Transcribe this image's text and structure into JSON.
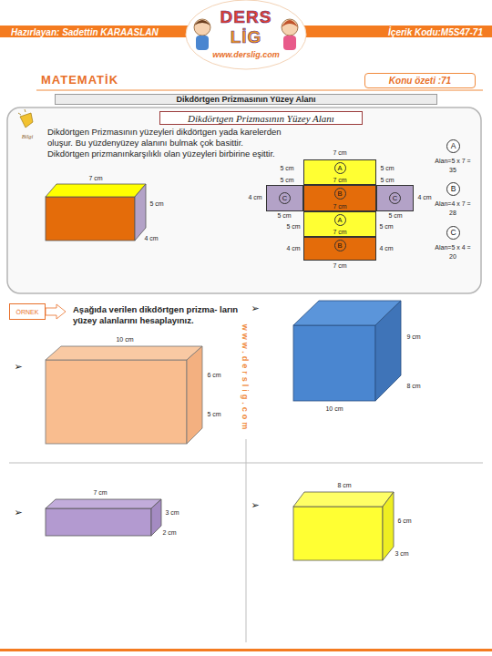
{
  "diagram": {
    "title": "Dikdörtgen Prizmasının Yüzey Alanı",
    "nodes": [
      {
        "text": [
          "Konu özeti :71"
        ]
      },
      {
        "text": [
          "Dikdörtgen Prizmasının yüzeyleri dikdörtgen yada karelerden oluşur. Bu yüzdenyüzey alanını bulmak çok basittir. Dikdörtgen prizmanınkarşılıklı olan yüzeyleri birbirine eşittir."
        ]
      },
      {
        "text": [
          "Dikdörtgen Prizmasının Yüzey Alanı"
        ],
        "in": 1
      },
      {
        "text": [
          "A"
        ],
        "in": 1
      },
      {
        "text": [
          "C"
        ],
        "in": 1
      },
      {
        "text": [
          "B"
        ],
        "in": 1
      },
      {
        "text": [
          "C"
        ],
        "in": 1
      },
      {
        "text": [
          "A"
        ],
        "in": 1
      },
      {
        "text": [
          "B"
        ],
        "in": 1
      },
      {
        "text": [
          "A"
        ],
        "in": 1
      },
      {
        "text": [
          "B"
        ],
        "in": 1
      },
      {
        "text": [
          "C"
        ],
        "in": 1
      },
      {
        "text": [
          "ÖRNEK"
        ]
      }
    ],
    "labels": [
      "Hazırlayan: Sadettin KARAASLAN",
      "DERS",
      "LİG",
      "www.derslig.com",
      "İçerik Kodu:M5S47-71",
      "MATEMATİK",
      "Bilgi",
      "7 cm",
      "5 cm",
      "4 cm",
      "7 cm",
      "5 cm",
      "5 cm",
      "5 cm",
      "7 cm",
      "5 cm",
      "4 cm",
      "4 cm",
      "7 cm",
      "5 cm",
      "5 cm",
      "5 cm",
      "5 cm",
      "7 cm",
      "4 cm",
      "4 cm",
      "7 cm",
      "Alan=5 x 7 = 35",
      "Alan=4 x 7 = 28",
      "Alan=5 x 4 = 20",
      "Aşağıda verilen dikdörtgen prizma- ların yüzey alanlarını hesaplayınız.",
      "www.derslig.com",
      "➢",
      "10 cm",
      "6 cm",
      "5 cm",
      "➢",
      "9 cm",
      "8 cm",
      "10 cm",
      "➢",
      "7 cm",
      "3 cm",
      "2 cm",
      "➢",
      "8 cm",
      "6 cm",
      "3 cm"
    ]
  }
}
